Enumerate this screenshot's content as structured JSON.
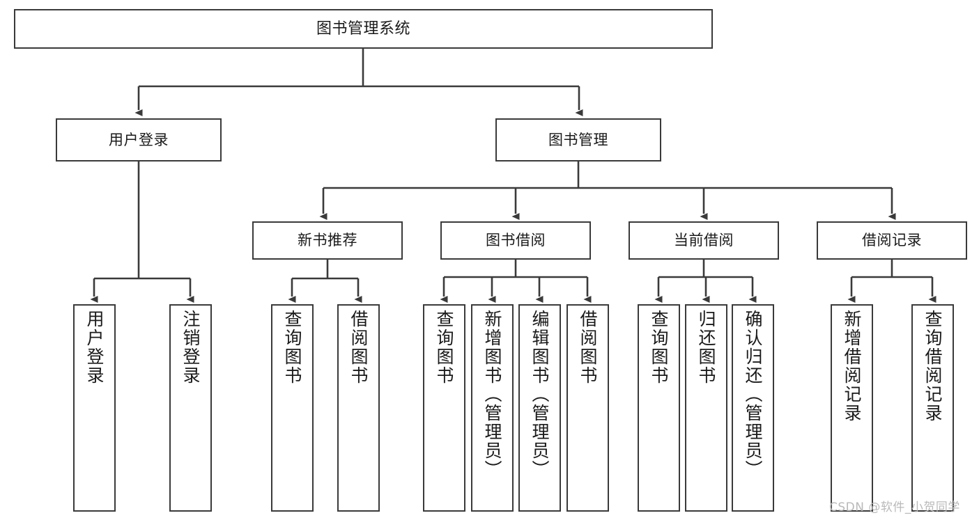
{
  "diagram": {
    "title": "图书管理系统",
    "type": "tree-hierarchy-chart",
    "root": {
      "label": "图书管理系统"
    },
    "level2": [
      {
        "label": "用户登录"
      },
      {
        "label": "图书管理"
      }
    ],
    "level3": [
      {
        "label": "新书推荐"
      },
      {
        "label": "图书借阅"
      },
      {
        "label": "当前借阅"
      },
      {
        "label": "借阅记录"
      }
    ],
    "leaves": {
      "user_login": [
        {
          "label": "用户登录"
        },
        {
          "label": "注销登录"
        }
      ],
      "new_book_recommend": [
        {
          "label": "查询图书"
        },
        {
          "label": "借阅图书"
        }
      ],
      "book_borrow": [
        {
          "label": "查询图书"
        },
        {
          "label": "新增图书（管理员）"
        },
        {
          "label": "编辑图书（管理员）"
        },
        {
          "label": "借阅图书"
        }
      ],
      "current_borrow": [
        {
          "label": "查询图书"
        },
        {
          "label": "归还图书"
        },
        {
          "label": "确认归还（管理员）"
        }
      ],
      "borrow_record": [
        {
          "label": "新增借阅记录"
        },
        {
          "label": "查询借阅记录"
        }
      ]
    }
  },
  "watermark": {
    "text": "CSDN @软件_小贺同学"
  },
  "colors": {
    "stroke": "#3a3a3a",
    "background": "#ffffff",
    "text": "#1a1a1a",
    "watermark": "#b9b9b9"
  }
}
